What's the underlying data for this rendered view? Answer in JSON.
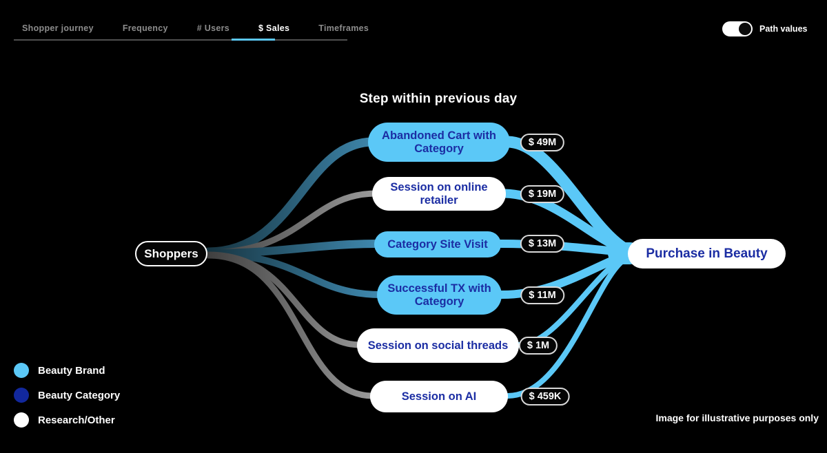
{
  "tabs": [
    {
      "label": "Shopper journey",
      "active": false
    },
    {
      "label": "Frequency",
      "active": false
    },
    {
      "label": "# Users",
      "active": false
    },
    {
      "label": "$ Sales",
      "active": true
    },
    {
      "label": "Timeframes",
      "active": false
    }
  ],
  "toggle": {
    "label": "Path values",
    "state": "on"
  },
  "diagram": {
    "title": "Step within previous day",
    "source_label": "Shoppers",
    "target_label": "Purchase in Beauty",
    "steps": [
      {
        "label": "Abandoned Cart with Category",
        "value": "$ 49M",
        "category": "Beauty Brand",
        "color": "#5bc8f7"
      },
      {
        "label": "Session on online retailer",
        "value": "$ 19M",
        "category": "Research/Other",
        "color": "#ffffff"
      },
      {
        "label": "Category Site Visit",
        "value": "$ 13M",
        "category": "Beauty Brand",
        "color": "#5bc8f7"
      },
      {
        "label": "Successful TX with Category",
        "value": "$ 11M",
        "category": "Beauty Brand",
        "color": "#5bc8f7"
      },
      {
        "label": "Session on social threads",
        "value": "$ 1M",
        "category": "Research/Other",
        "color": "#ffffff"
      },
      {
        "label": "Session on AI",
        "value": "$ 459K",
        "category": "Research/Other",
        "color": "#ffffff"
      }
    ]
  },
  "legend": [
    {
      "label": "Beauty Brand",
      "color": "#5bc8f7"
    },
    {
      "label": "Beauty Category",
      "color": "#12289d"
    },
    {
      "label": "Research/Other",
      "color": "#ffffff"
    }
  ],
  "footnote": "Image for illustrative purposes only",
  "colors": {
    "accent_cyan": "#5bc8f7",
    "navy_text": "#1b2da3",
    "tab_inactive": "#8c8c8c",
    "flow_cyan": "#5bc8f7"
  },
  "chart_data": {
    "type": "sankey",
    "title": "Step within previous day",
    "metric": "$ Sales",
    "source": "Shoppers",
    "target": "Purchase in Beauty",
    "links": [
      {
        "from": "Shoppers",
        "via": "Abandoned Cart with Category",
        "to": "Purchase in Beauty",
        "value_label": "$ 49M",
        "value_usd": 49000000,
        "category": "Beauty Brand"
      },
      {
        "from": "Shoppers",
        "via": "Session on online retailer",
        "to": "Purchase in Beauty",
        "value_label": "$ 19M",
        "value_usd": 19000000,
        "category": "Research/Other"
      },
      {
        "from": "Shoppers",
        "via": "Category Site Visit",
        "to": "Purchase in Beauty",
        "value_label": "$ 13M",
        "value_usd": 13000000,
        "category": "Beauty Brand"
      },
      {
        "from": "Shoppers",
        "via": "Successful TX with Category",
        "to": "Purchase in Beauty",
        "value_label": "$ 11M",
        "value_usd": 11000000,
        "category": "Beauty Brand"
      },
      {
        "from": "Shoppers",
        "via": "Session on social threads",
        "to": "Purchase in Beauty",
        "value_label": "$ 1M",
        "value_usd": 1000000,
        "category": "Research/Other"
      },
      {
        "from": "Shoppers",
        "via": "Session on AI",
        "to": "Purchase in Beauty",
        "value_label": "$ 459K",
        "value_usd": 459000,
        "category": "Research/Other"
      }
    ],
    "legend": [
      "Beauty Brand",
      "Beauty Category",
      "Research/Other"
    ],
    "layout": {
      "background": "black",
      "middle_column_header": "Step within previous day",
      "values_shown": true
    }
  }
}
